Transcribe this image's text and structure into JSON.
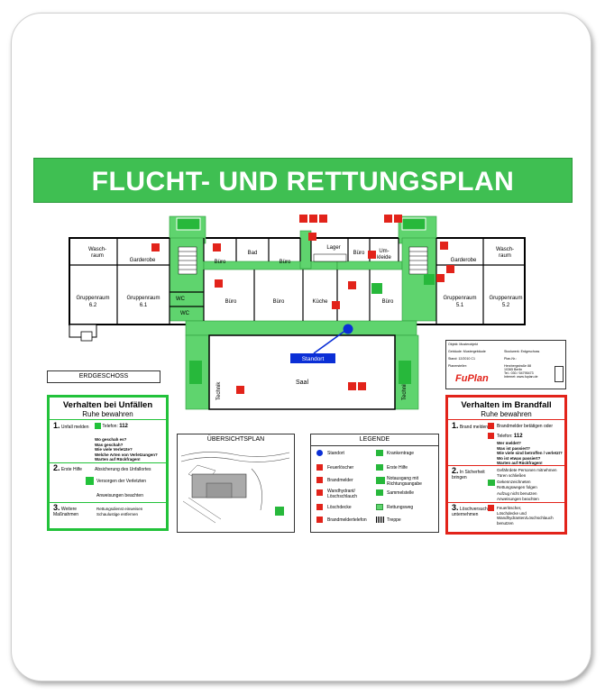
{
  "title": "FLUCHT- UND RETTUNGSPLAN",
  "floor_label": "ERDGESCHOSS",
  "colors": {
    "green": "#3fbf52",
    "escape": "#5fd46e",
    "red": "#e2231a",
    "blue": "#0b2fd6"
  },
  "rooms": {
    "waschraum_l": "Wasch-\nraum",
    "garderobe_l": "Garderobe",
    "gruppenraum_62": "Gruppenraum\n6.2",
    "gruppenraum_61": "Gruppenraum\n6.1",
    "wc1": "WC",
    "wc2": "WC",
    "buero1": "Büro",
    "bad": "Bad",
    "buero2": "Büro",
    "lager": "Lager",
    "buero3": "Büro",
    "umkleide": "Um-\nkleide",
    "buero4": "Büro",
    "buero5": "Büro",
    "kueche": "Küche",
    "buero6": "Büro",
    "saal": "Saal",
    "technik1": "Technik",
    "technik2": "Technik",
    "garderobe_r": "Garderobe",
    "waschraum_r": "Wasch-\nraum",
    "gruppenraum_51": "Gruppenraum\n5.1",
    "gruppenraum_52": "Gruppenraum\n5.2"
  },
  "standort": "Standort",
  "accident": {
    "title": "Verhalten bei Unfällen",
    "sub": "Ruhe bewahren",
    "step1": "Unfall melden",
    "phone_label": "Telefon",
    "phone": "112",
    "questions": "Wo geschah es?\nWas geschah?\nWie viele Verletzte?\nWelche Arten von Verletzungen?\nWarten auf Rückfragen!",
    "step2": "Erste Hilfe",
    "step2a": "Absicherung des Unfallortes",
    "step2b": "Versorgen der Verletzten",
    "step2c": "Anweisungen beachten",
    "step3": "Weitere\nMaßnahmen",
    "step3a": "Rettungsdienst einweisen\nSchaulustige entfernen"
  },
  "fire": {
    "title": "Verhalten im Brandfall",
    "sub": "Ruhe bewahren",
    "step1": "Brand melden",
    "step1a": "Brandmelder betätigen oder",
    "phone_label": "Telefon",
    "phone": "112",
    "questions": "Wer meldet?\nWas ist passiert?\nWie viele sind betroffen / verletzt?\nWo ist etwas passiert?\nWarten auf Rückfragen!",
    "step2": "In Sicherheit\nbringen",
    "step2a": "Gefährdete Personen mitnehmen\nTüren schließen",
    "step2b": "Gekennzeichneten\nRettungswegen folgen",
    "step2c": "Aufzug nicht benutzen\nAnweisungen beachten",
    "step3": "Löschversuch\nunternehmen",
    "step3a": "Feuerlöscher,\nLöschdecke und\nWandhydranten/Löschschlauch\nbenutzen"
  },
  "overview_title": "ÜBERSICHTSPLAN",
  "legend": {
    "title": "LEGENDE",
    "items": [
      "Standort",
      "Feuerlöscher",
      "Brandmelder",
      "Wandhydrant/\nLöschschlauch",
      "Löschdecke",
      "Brandmeldertelefon",
      "Krankentrage",
      "Erste Hilfe",
      "Notausgang mit\nRichtungsangabe",
      "Sammelstelle",
      "Rettungsweg",
      "Treppe"
    ]
  },
  "info": {
    "objekt": "Objekt:  Musterobjekt",
    "gebaeude": "Gebäude:  Mustergebäude",
    "stockwerk": "Stockwerk:  Erdgeschoss",
    "stand": "Stand:  12/2010 C1",
    "plannr": "Plan-Nr.:",
    "planersteller": "Planersteller:",
    "address": "Herzbergstraße 88\n10365 Berlin\nTel.: 030 / 54795473\nInternet: www.fuplan.de",
    "logo": "FuPlan"
  }
}
